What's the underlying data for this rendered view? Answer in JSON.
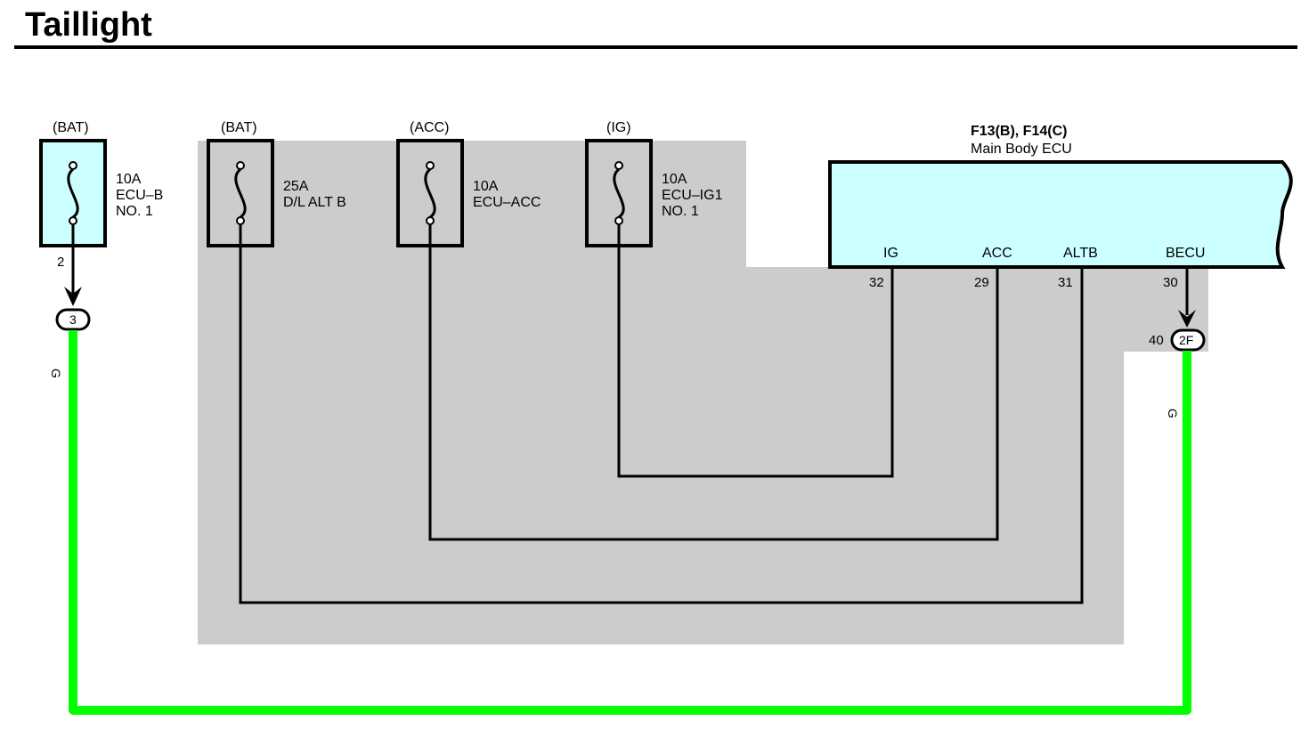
{
  "title": "Taillight",
  "fuses": [
    {
      "source": "(BAT)",
      "rating": "10A",
      "name_line1": "ECU–B",
      "name_line2": "NO. 1",
      "pin": "2"
    },
    {
      "source": "(BAT)",
      "rating": "25A",
      "name_line1": "D/L ALT B",
      "name_line2": ""
    },
    {
      "source": "(ACC)",
      "rating": "10A",
      "name_line1": "ECU–ACC",
      "name_line2": ""
    },
    {
      "source": "(IG)",
      "rating": "10A",
      "name_line1": "ECU–IG1",
      "name_line2": "NO. 1"
    }
  ],
  "ecu": {
    "connectors": "F13(B), F14(C)",
    "name": "Main Body ECU",
    "terminals": [
      {
        "label": "IG",
        "pin": "32"
      },
      {
        "label": "ACC",
        "pin": "29"
      },
      {
        "label": "ALTB",
        "pin": "31"
      },
      {
        "label": "BECU",
        "pin": "30"
      }
    ]
  },
  "connectors": {
    "left": {
      "id": "3"
    },
    "right": {
      "id": "2F",
      "pin": "40"
    }
  },
  "wire_colors": {
    "left": "G",
    "right": "G"
  },
  "colors": {
    "component_fill": "#ccffff",
    "shaded_area": "#cccccc",
    "green_wire": "#00ff00"
  }
}
